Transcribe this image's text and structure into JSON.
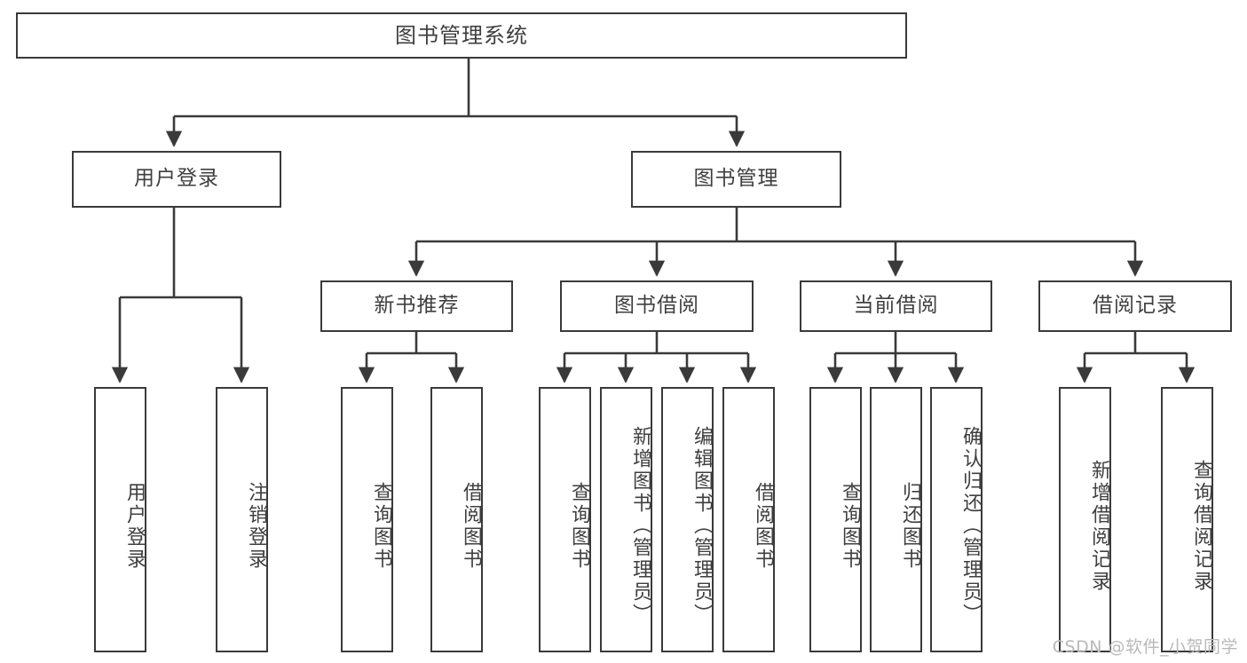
{
  "diagram": {
    "title": "图书管理系统",
    "type": "function-structure-tree",
    "levels": 4,
    "root": {
      "id": "root",
      "label": "图书管理系统"
    },
    "level2": [
      {
        "id": "user-login",
        "label": "用户登录"
      },
      {
        "id": "book-manage",
        "label": "图书管理"
      }
    ],
    "level3": [
      {
        "id": "new-book-recommend",
        "label": "新书推荐",
        "parent": "book-manage"
      },
      {
        "id": "book-borrow",
        "label": "图书借阅",
        "parent": "book-manage"
      },
      {
        "id": "current-borrow",
        "label": "当前借阅",
        "parent": "book-manage"
      },
      {
        "id": "borrow-record",
        "label": "借阅记录",
        "parent": "book-manage"
      }
    ],
    "leaves": [
      {
        "id": "leaf-user-login",
        "label": "用户登录",
        "parent": "user-login"
      },
      {
        "id": "leaf-user-logout",
        "label": "注销登录",
        "parent": "user-login"
      },
      {
        "id": "leaf-query-book-1",
        "label": "查询图书",
        "parent": "new-book-recommend"
      },
      {
        "id": "leaf-borrow-book-1",
        "label": "借阅图书",
        "parent": "new-book-recommend"
      },
      {
        "id": "leaf-query-book-2",
        "label": "查询图书",
        "parent": "book-borrow"
      },
      {
        "id": "leaf-add-book",
        "label": "新增图书（管理员）",
        "parent": "book-borrow"
      },
      {
        "id": "leaf-edit-book",
        "label": "编辑图书（管理员）",
        "parent": "book-borrow"
      },
      {
        "id": "leaf-borrow-book-2",
        "label": "借阅图书",
        "parent": "book-borrow"
      },
      {
        "id": "leaf-query-book-3",
        "label": "查询图书",
        "parent": "current-borrow"
      },
      {
        "id": "leaf-return-book",
        "label": "归还图书",
        "parent": "current-borrow"
      },
      {
        "id": "leaf-confirm-return",
        "label": "确认归还（管理员）",
        "parent": "current-borrow"
      },
      {
        "id": "leaf-add-record",
        "label": "新增借阅记录",
        "parent": "borrow-record"
      },
      {
        "id": "leaf-query-record",
        "label": "查询借阅记录",
        "parent": "borrow-record"
      }
    ]
  },
  "watermark": {
    "text": "CSDN @软件_小贺同学"
  },
  "colors": {
    "stroke": "#3a3a3a",
    "text": "#3f3f3f",
    "background": "#ffffff",
    "watermark": "#b9b9b9"
  }
}
